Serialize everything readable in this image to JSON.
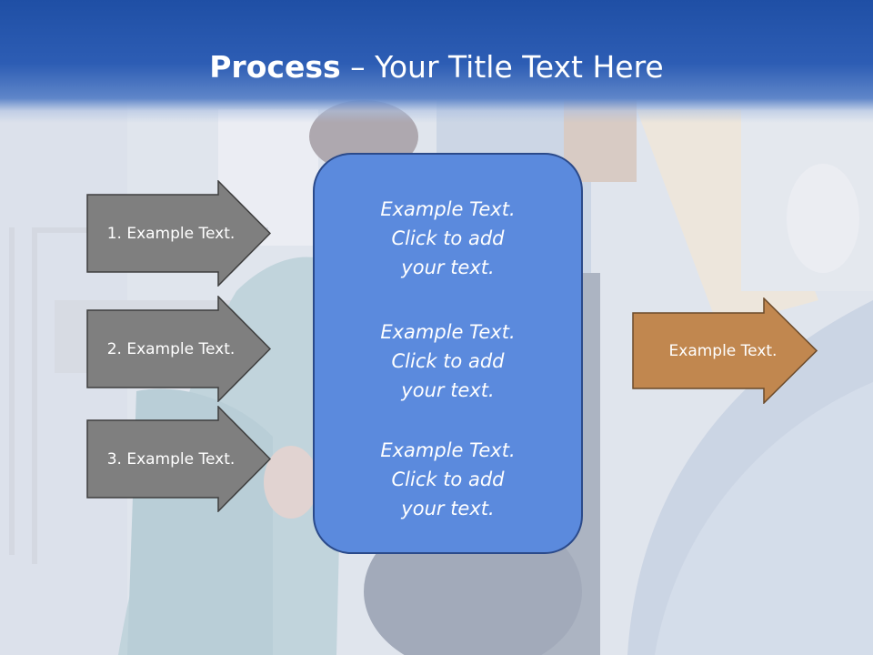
{
  "slide": {
    "title_bold": "Process",
    "title_rest": " – Your Title Text Here"
  },
  "left_arrows": [
    {
      "label": "1. Example Text."
    },
    {
      "label": "2. Example Text."
    },
    {
      "label": "3. Example Text."
    }
  ],
  "center_box": {
    "blocks": [
      {
        "line1": "Example Text.",
        "line2": "Click  to add",
        "line3": "your text."
      },
      {
        "line1": "Example Text.",
        "line2": "Click  to add",
        "line3": "your text."
      },
      {
        "line1": "Example Text.",
        "line2": "Click  to add",
        "line3": "your text."
      }
    ]
  },
  "right_arrow": {
    "label": "Example Text."
  },
  "colors": {
    "header_blue": "#2d5db4",
    "gray_arrow": "#7f7f7f",
    "center_box": "#5b8add",
    "orange_arrow": "#c1874f"
  }
}
